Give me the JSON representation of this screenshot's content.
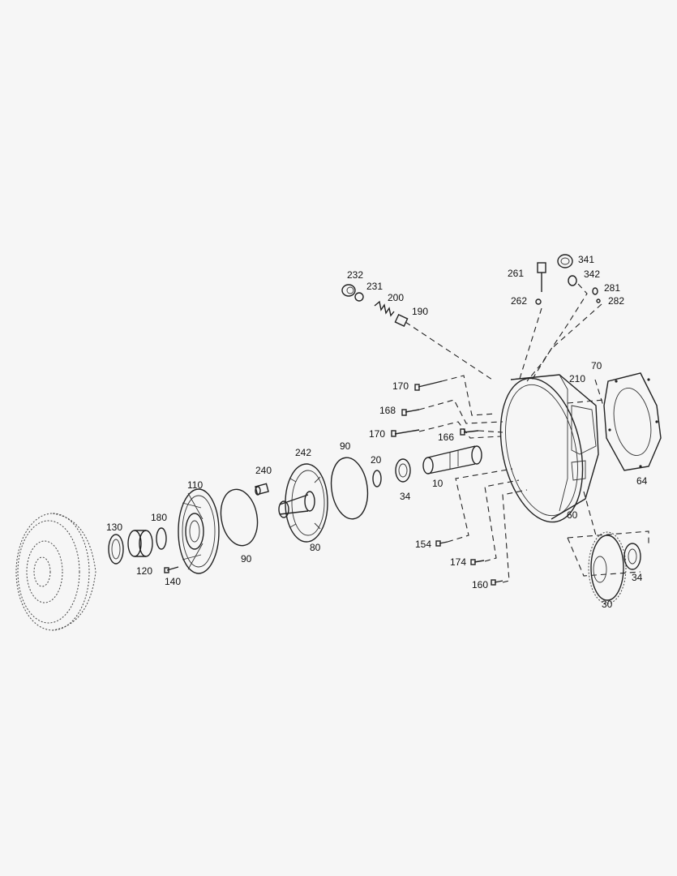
{
  "labels": {
    "l232": "232",
    "l231": "231",
    "l200": "200",
    "l190": "190",
    "l261": "261",
    "l262": "262",
    "l341": "341",
    "l342": "342",
    "l281": "281",
    "l282": "282",
    "l170a": "170",
    "l168": "168",
    "l170b": "170",
    "l166": "166",
    "l210": "210",
    "l70": "70",
    "l64": "64",
    "l60": "60",
    "l10": "10",
    "l34a": "34",
    "l20": "20",
    "l90a": "90",
    "l242": "242",
    "l240": "240",
    "l80": "80",
    "l90b": "90",
    "l110": "110",
    "l180": "180",
    "l130": "130",
    "l120": "120",
    "l140": "140",
    "l154": "154",
    "l174": "174",
    "l160": "160",
    "l30": "30",
    "l34b": "34"
  }
}
